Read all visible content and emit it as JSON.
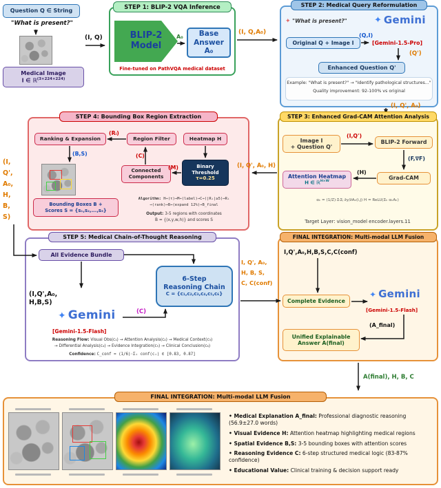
{
  "icons": {
    "gemini_star": "✦",
    "sparkle": "✦"
  },
  "inputs": {
    "question_box": "Question Q ∈ String",
    "question_example": "\"What is present?\"",
    "image_box_line1": "Medical Image",
    "image_box_line2": "I ∈ ℝ",
    "image_box_sup": "(3×224×224)",
    "to_step1": "(I, Q)"
  },
  "step1": {
    "title": "STEP 1: BLIP-2 VQA Inference",
    "model_line1": "BLIP-2",
    "model_line2": "Model",
    "a0": "A₀",
    "answer_line1": "Base",
    "answer_line2": "Answer A₀",
    "footnote": "Fine-tuned on PathVQA medical dataset",
    "to_step2": "(I, Q,A₀)"
  },
  "step2": {
    "title": "STEP 2: Medical Query Reformulation",
    "mini_question": "\"What is present?\"",
    "gemini": "Gemini",
    "original_box": "Original Q + Image I",
    "qi": "(Q,I)",
    "model_tag": "[Gemini-1.5-Pro]",
    "q_prime": "(Q')",
    "enhanced_box": "Enhanced Question Q'",
    "example_line1": "Example: \"What is present?\" → \"Identify pathological structures...\"",
    "example_line2": "Quality improvement: 92-100% vs original",
    "to_step3": "(I, Q', A₀)"
  },
  "step3": {
    "title": "STEP 3: Enhanced Grad-CAM Attention Analysis",
    "input_line1": "Image I",
    "input_line2": "+ Question Q'",
    "iq": "(I,Q')",
    "forward_box": "BLIP-2 Forward",
    "fgrad": "(F,∇F)",
    "gradcam_box": "Grad-CAM",
    "h": "(H)",
    "heatmap_line1": "Attention Heatmap",
    "heatmap_line2": "H ∈ ℝ",
    "heatmap_sup": "H×W",
    "formula": "αₖ = (1/Z)·ΣᵢΣⱼ ∂y/∂Aₖ(i,j)        H = ReLU(Σₖ αₖAₖ)",
    "target_layer": "Target Layer: vision_model encoder.layers.11",
    "to_step4": "(I, Q', A₀, H)"
  },
  "step4": {
    "title": "STEP 4: Bounding Box Region Extraction",
    "ranking_box": "Ranking & Expansion",
    "ri": "(Rᵢ)",
    "filter_box": "Region Filter",
    "heatmap_box": "Heatmap H",
    "c": "(C)",
    "th_line1": "Binary",
    "th_line2": "Threshold",
    "th_line3": "τ=0.25",
    "m": "(M)",
    "cc_line1": "Connected",
    "cc_line2": "Components",
    "bs": "(B,S)",
    "bbox_line1": "Bounding Boxes B +",
    "bbox_line2": "Scores S = {s₁,s₂,...,s₅}",
    "algo_label": "Algorithm:",
    "algo_line1": "H→(τ)→M→(label)→C→(|Rᵢ|≥5)→Rᵢ",
    "algo_line2": "→(rank)→B→(expand 12%)→B_final",
    "out_label": "Output:",
    "out_line1": "3-5 regions with coordinates",
    "out_line2": "B = {(x,y,w,h)} and scores S"
  },
  "rail_left": [
    "(I,",
    "Q',",
    "A₀,",
    "H,",
    "B,",
    "S)"
  ],
  "step5": {
    "title": "STEP 5: Medical Chain-of-Thought Reasoning",
    "bundle_box": "All Evidence Bundle",
    "bundle_line1": "(I,Q',A₀,",
    "bundle_line2": "H,B,S)",
    "gemini": "Gemini",
    "model_tag": "[Gemini-1.5-Flash]",
    "c": "(C)",
    "chain_line1": "6-Step",
    "chain_line2": "Reasoning Chain",
    "chain_line3": "C = {c₁,c₂,c₃,c₄,c₅,c₆}",
    "flow_label": "Reasoning Flow:",
    "flow_line1": "Visual Obs(c₁) → Attention Analysis(c₂) → Medical Context(c₃)",
    "flow_line2": "→ Differential Analysis(c₄) → Evidence Integration(c₅) → Clinical Conclusion(c₆)",
    "conf_label": "Confidence:",
    "conf_formula": "C_conf = (1/6)·Σᵢ conf(cᵢ) ∈ [0.83, 0.87]"
  },
  "rail_mid": [
    "I, Q', A₀,",
    "H, B, S,",
    "C, C(conf)"
  ],
  "fusion": {
    "title": "FINAL INTEGRATION: Multi-modal LLM Fusion",
    "evidence_label": "I,Q',A₀,H,B,S,C,C(conf)",
    "complete_box": "Complete Evidence",
    "gemini": "Gemini",
    "model_tag": "[Gemini-1.5-Flash]",
    "a_final": "(A_final)",
    "answer_line1": "Unified Explainable",
    "answer_line2": "Answer A(final)",
    "to_output": "A(final), H, B, C"
  },
  "output": {
    "title": "FINAL INTEGRATION: Multi-modal LLM Fusion",
    "bullets": [
      {
        "bold": "Medical Explanation A_final:",
        "rest": " Professional diagnostic reasoning (56.9±27.0 words)"
      },
      {
        "bold": "Visual Evidence H:",
        "rest": " Attention heatmap highlighting medical regions"
      },
      {
        "bold": "Spatial Evidence B,S:",
        "rest": " 3-5 bounding boxes with attention scores"
      },
      {
        "bold": "Reasoning Evidence C:",
        "rest": " 6-step structured medical logic (83-87% confidence)"
      },
      {
        "bold": "Educational Value:",
        "rest": " Clinical training & decision support ready"
      }
    ]
  }
}
